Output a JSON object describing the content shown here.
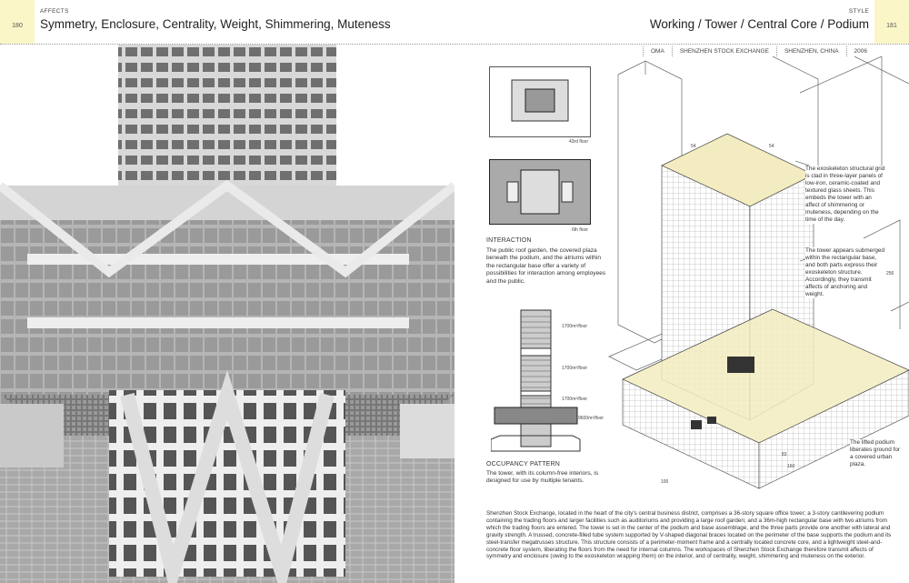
{
  "left_page": {
    "page_number": "180",
    "label": "AFFECTS",
    "title": "Symmetry, Enclosure, Centrality, Weight, Shimmering, Muteness"
  },
  "right_page": {
    "page_number": "181",
    "label": "STYLE",
    "title": "Working / Tower / Central Core / Podium",
    "meta": [
      "OMA",
      "SHENZHEN STOCK EXCHANGE",
      "SHENZHEN, CHINA",
      "2006"
    ]
  },
  "plans": {
    "floor43": "43rd floor",
    "floor6": "6th floor"
  },
  "interaction": {
    "heading": "INTERACTION",
    "text": "The public roof garden, the covered plaza beneath the podium, and the atriums within the rectangular base offer a variety of possibilities for interaction among employees and the public."
  },
  "section": {
    "labels": [
      "1700m²/floor",
      "1700m²/floor",
      "1700m²/floor",
      "9600m²/floor"
    ]
  },
  "occupancy": {
    "heading": "OCCUPANCY PATTERN",
    "text": "The tower, with its column-free interiors, is designed for use by multiple tenants."
  },
  "axon": {
    "dims": [
      "54",
      "54",
      "256",
      "83",
      "160",
      "100"
    ],
    "notes": [
      "The exoskeleton structural grid is clad in three-layer panels of low-iron, ceramic-coated and textured glass sheets. This embeds the tower with an affect of shimmering or muteness, depending on the time of the day.",
      "The tower appears submerged within the rectangular base, and both parts express their exoskeleton structure. Accordingly, they transmit affects of anchoring and weight.",
      "The lifted podium liberates ground for a covered urban plaza."
    ]
  },
  "description": "Shenzhen Stock Exchange, located in the heart of the city's central business district, comprises a 36-story square office tower; a 3-story cantilevering podium containing the trading floors and larger facilities such as auditoriums and providing a large roof garden; and a 36m-high rectangular base with two atriums from which the trading floors are entered. The tower is set in the center of the podium and base assemblage, and the three parts provide one another with lateral and gravity strength. A trussed, concrete-filled tube system supported by V-shaped diagonal braces located on the perimeter of the base supports the podium and its steel-transfer megatrusses structure. This structure consists of a perimeter-moment frame and a centrally located concrete core, and a lightweight steel-and-concrete floor system, liberating the floors from the need for internal columns. The workspaces of Shenzhen Stock Exchange therefore transmit affects of symmetry and enclosure (owing to the exoskeleton wrapping them) on the interior, and of centrality, weight, shimmering and muteness on the exterior.",
  "colors": {
    "page_tab": "#fbf6c8",
    "roof": "#f3ecc0"
  }
}
